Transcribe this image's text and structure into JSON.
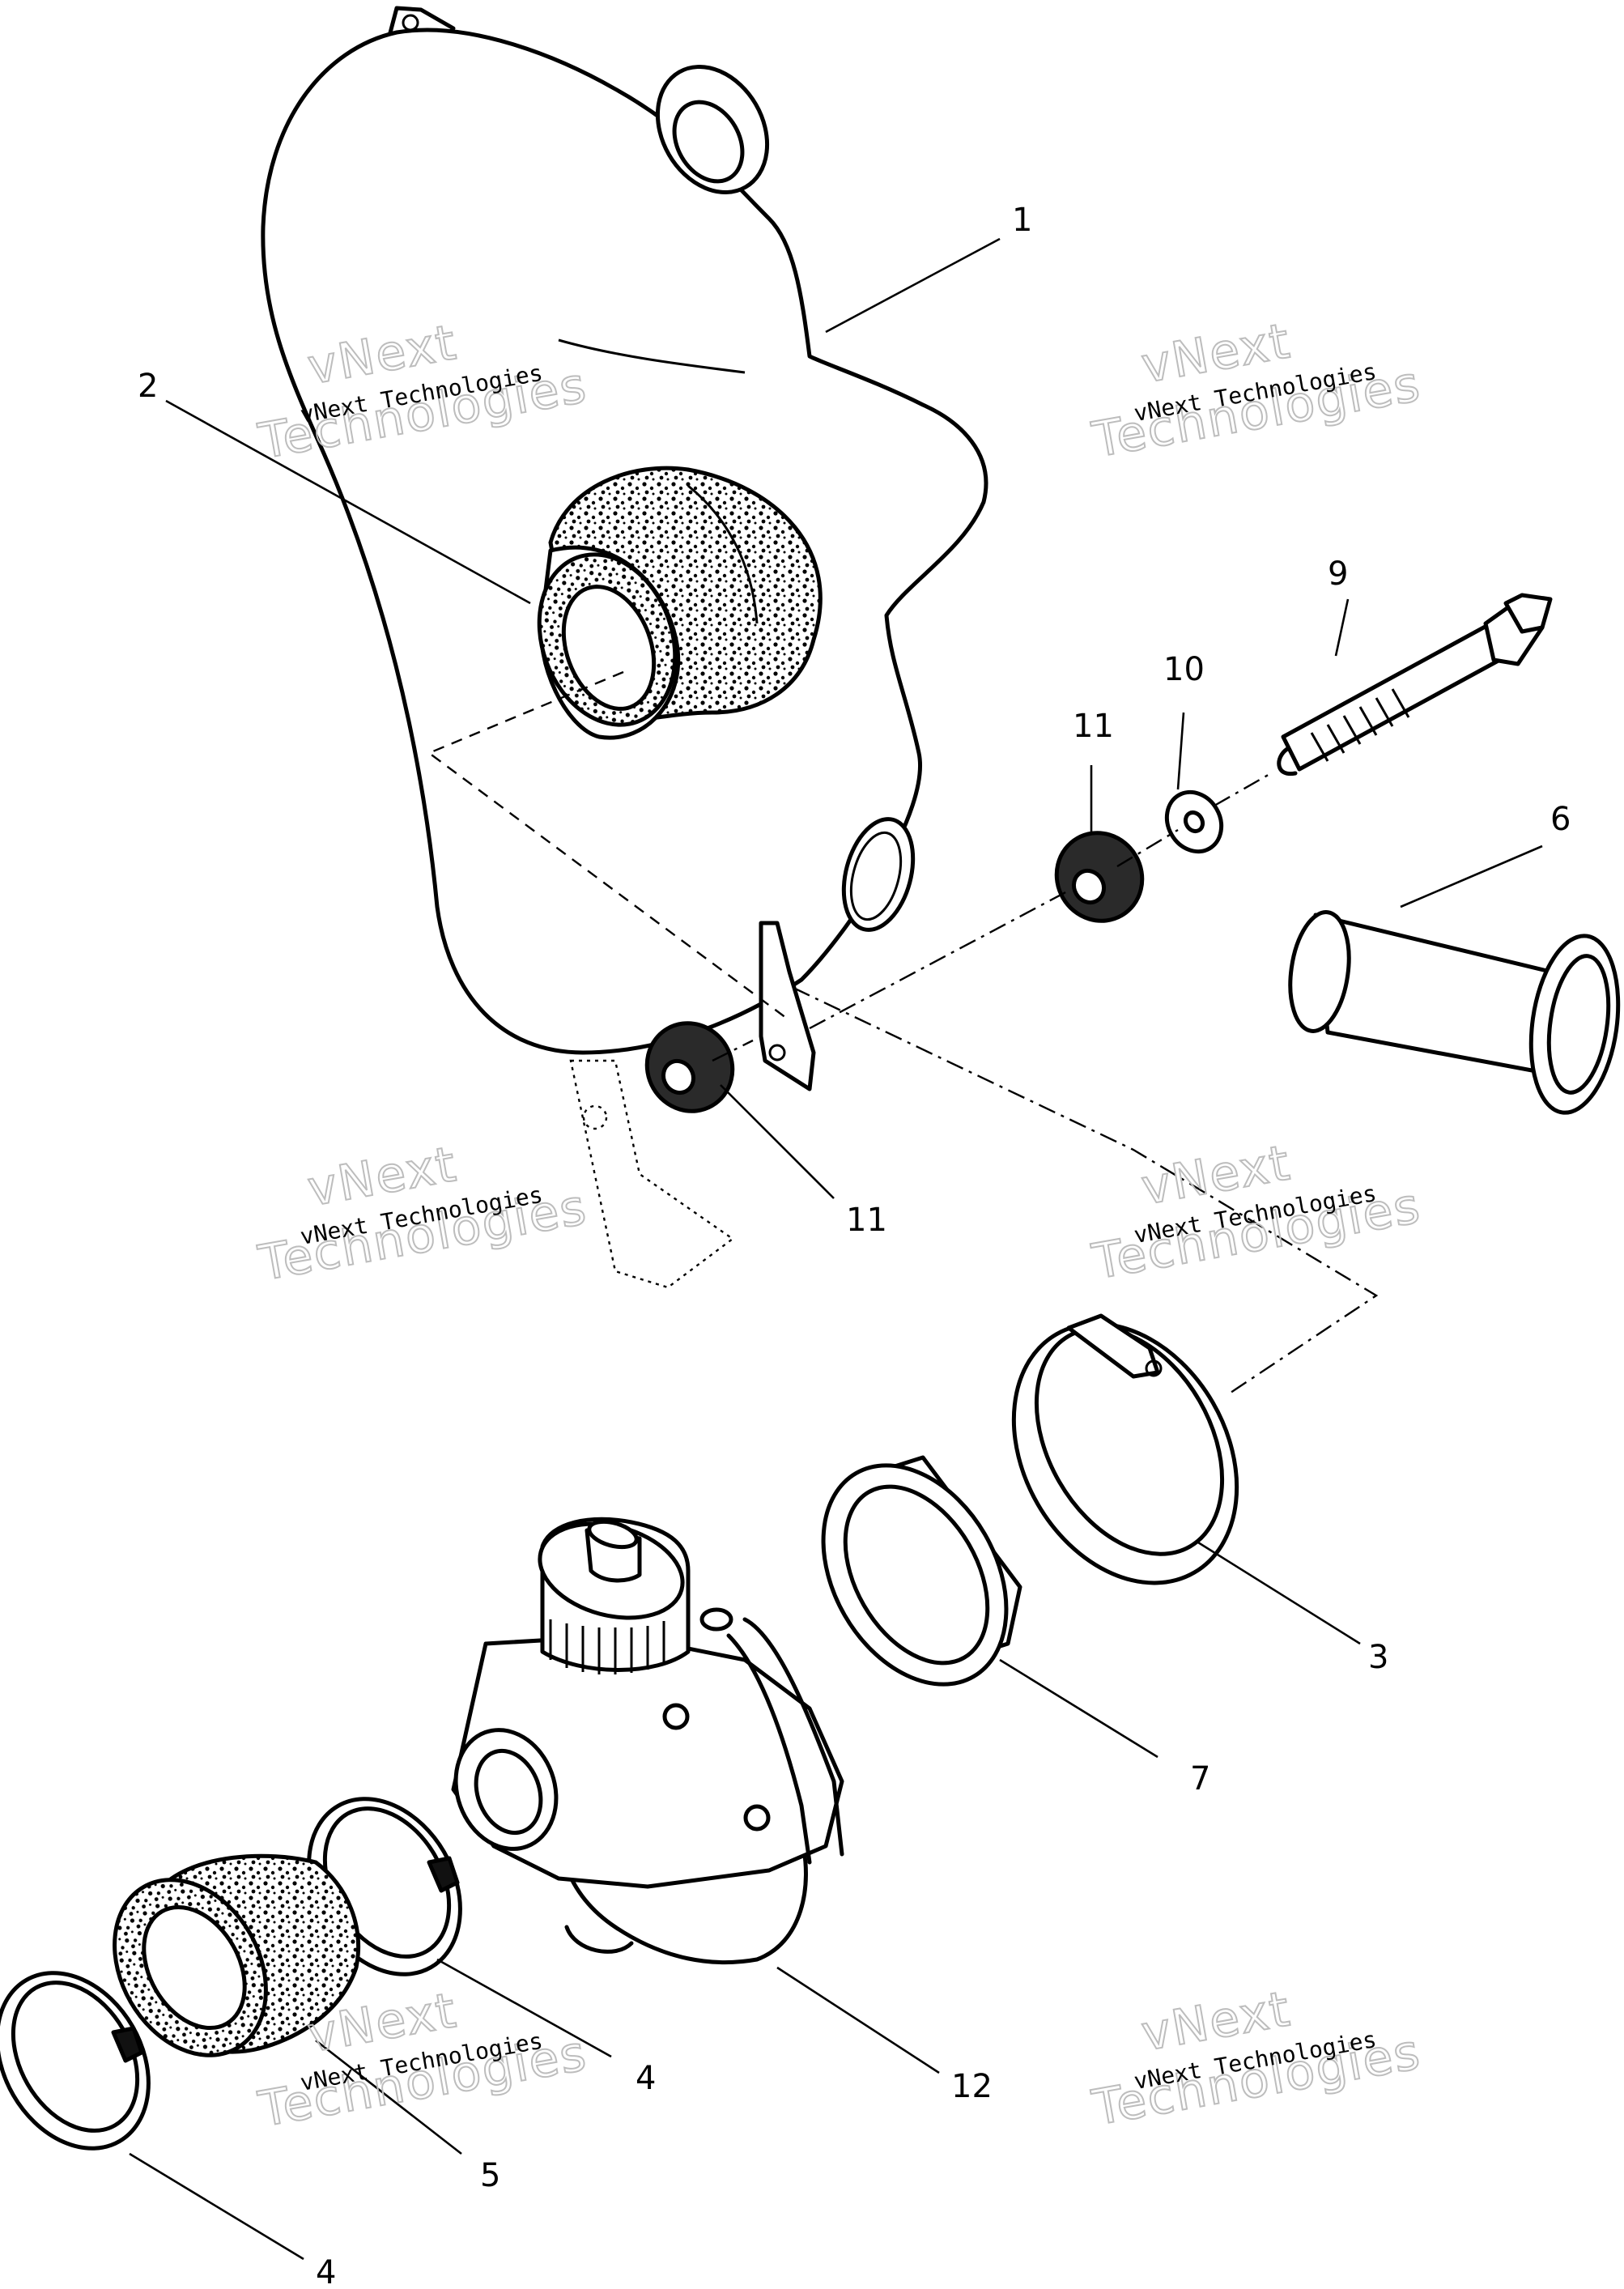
{
  "callouts": {
    "c1": "1",
    "c2": "2",
    "c3": "3",
    "c4a": "4",
    "c4b": "4",
    "c5": "5",
    "c6": "6",
    "c7": "7",
    "c9": "9",
    "c10": "10",
    "c11a": "11",
    "c11b": "11",
    "c12": "12"
  },
  "watermark": {
    "line_small": "vNext Technologies",
    "line_big_1": "vNext",
    "line_big_2": "Technologies"
  }
}
